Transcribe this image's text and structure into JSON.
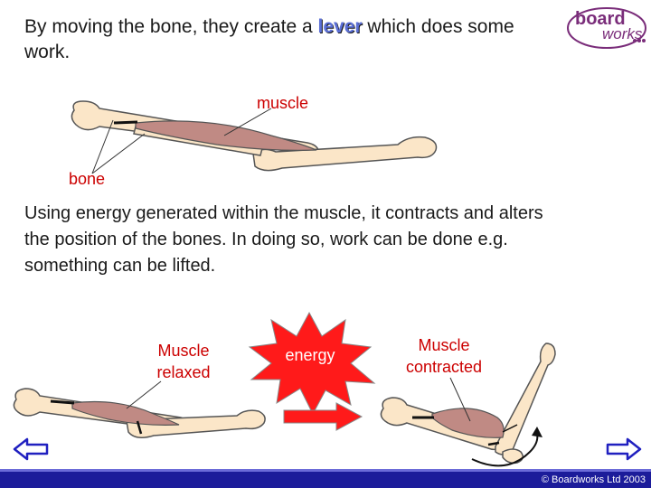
{
  "intro": {
    "before": "By moving the bone, they create a ",
    "highlight": "lever",
    "after": " which does some work."
  },
  "diagram1": {
    "muscle_label": "muscle",
    "bone_label": "bone"
  },
  "explanation": "Using energy generated within the muscle, it contracts and alters the position of the bones. In doing so, work can be done e.g. something can be lifted.",
  "diagram2": {
    "relaxed_label_1": "Muscle",
    "relaxed_label_2": "relaxed",
    "energy_label": "energy",
    "contracted_label_1": "Muscle",
    "contracted_label_2": "contracted"
  },
  "logo": {
    "line1": "board",
    "line2": "works"
  },
  "footer": {
    "copyright": "© Boardworks Ltd 2003"
  },
  "colors": {
    "bone": "#fbe6c8",
    "muscle": "#c08a84",
    "label_red": "#cc0000",
    "burst": "#ff1a1a",
    "nav_blue": "#2020c0"
  },
  "icons": {
    "back": "left-arrow-icon",
    "forward": "right-arrow-icon"
  }
}
